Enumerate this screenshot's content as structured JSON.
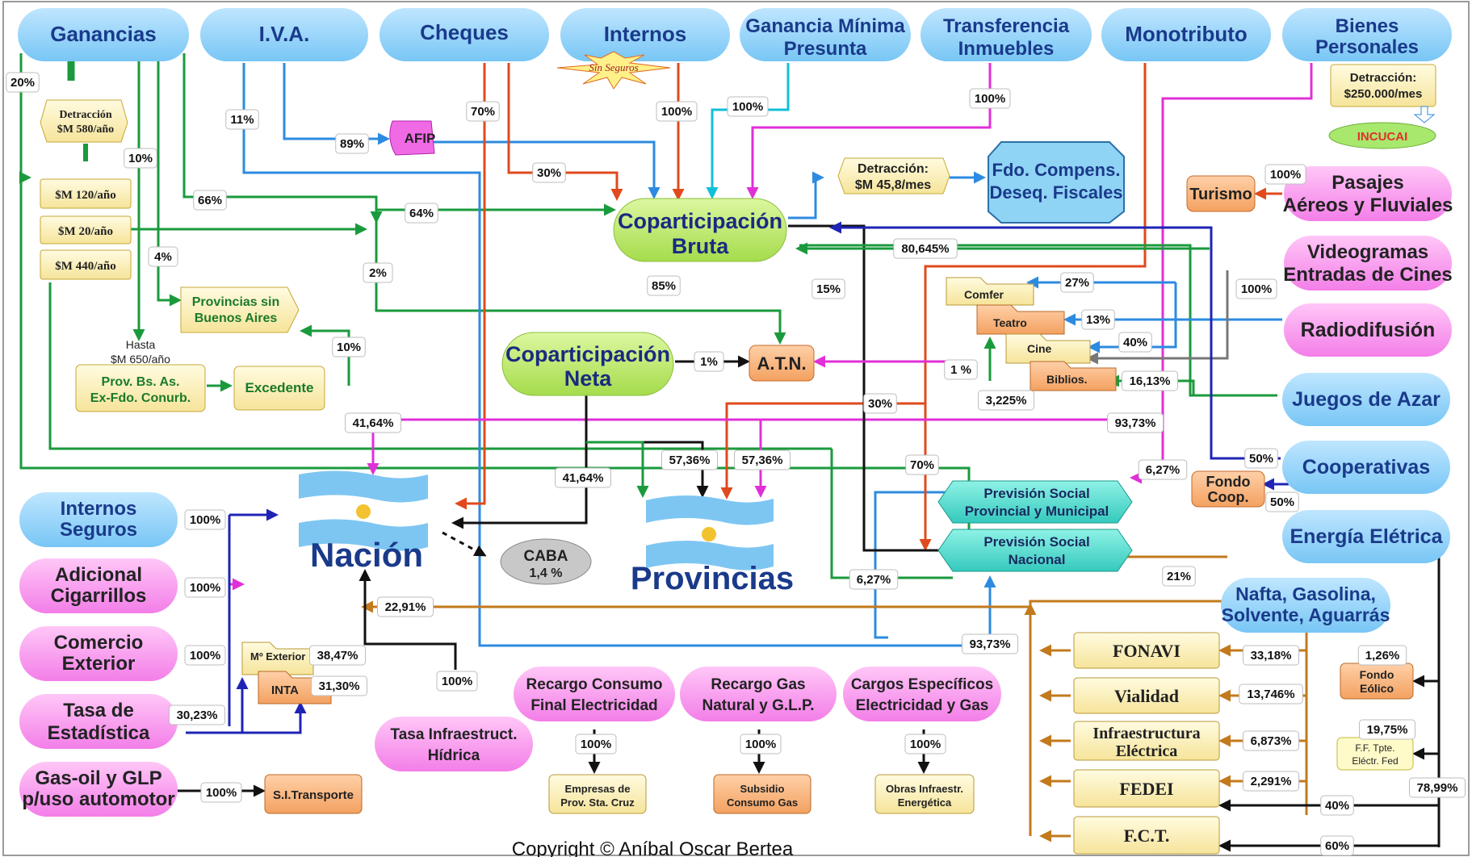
{
  "sources": {
    "ganancias": "Ganancias",
    "iva": "I.V.A.",
    "cheques": "Cheques",
    "internos": "Internos",
    "gmp_1": "Ganancia Mínima",
    "gmp_2": "Presunta",
    "ti_1": "Transferencia",
    "ti_2": "Inmuebles",
    "monotributo": "Monotributo",
    "bp_1": "Bienes",
    "bp_2": "Personales",
    "internos_seguros_1": "Internos",
    "internos_seguros_2": "Seguros",
    "juegos_azar": "Juegos de Azar",
    "cooperativas": "Cooperativas",
    "energia_electrica": "Energía Elétrica",
    "nafta_1": "Nafta, Gasolina,",
    "nafta_2": "Solvente, Aguarrás"
  },
  "pink_sources": {
    "pasajes_1": "Pasajes",
    "pasajes_2": "Aéreos y Fluviales",
    "video_1": "Videogramas",
    "video_2": "Entradas de Cines",
    "radiodifusion": "Radiodifusión",
    "cig_1": "Adicional",
    "cig_2": "Cigarrillos",
    "ce_1": "Comercio",
    "ce_2": "Exterior",
    "te_1": "Tasa de",
    "te_2": "Estadística",
    "gasoil_1": "Gas-oil y GLP",
    "gasoil_2": "p/uso automotor",
    "rce_1": "Recargo Consumo",
    "rce_2": "Final Electricidad",
    "rg_1": "Recargo Gas",
    "rg_2": "Natural y G.L.P.",
    "ceg_1": "Cargos Específicos",
    "ceg_2": "Electricidad y Gas",
    "tih_1": "Tasa Infraestruct.",
    "tih_2": "Hídrica"
  },
  "pools": {
    "bruta_1": "Coparticipación",
    "bruta_2": "Bruta",
    "neta_1": "Coparticipación",
    "neta_2": "Neta"
  },
  "destinations": {
    "nacion": "Nación",
    "provincias": "Provincias",
    "caba_1": "CABA",
    "caba_2": "1,4 %",
    "atn": "A.T.N.",
    "afip": "AFIP",
    "turismo": "Turismo",
    "fondo_coop_1": "Fondo",
    "fondo_coop_2": "Coop.",
    "fdo_comp_1": "Fdo. Compens.",
    "fdo_comp_2": "Deseq. Fiscales",
    "incucai": "INCUCAI",
    "prev_prov_1": "Previsión Social",
    "prev_prov_2": "Provincial y Municipal",
    "prev_nac_1": "Previsión Social",
    "prev_nac_2": "Nacional",
    "prov_sin_ba_1": "Provincias sin",
    "prov_sin_ba_2": "Buenos Aires",
    "prov_ba_1": "Prov. Bs. As.",
    "prov_ba_2": "Ex-Fdo. Conurb.",
    "excedente": "Excedente",
    "comfer": "Comfer",
    "teatro": "Teatro",
    "cine": "Cine",
    "biblios": "Biblios.",
    "m_exterior": "Mº Exterior",
    "inta": "INTA",
    "si_transporte": "S.I.Transporte",
    "empresas_1": "Empresas de",
    "empresas_2": "Prov. Sta. Cruz",
    "subsidio_1": "Subsidio",
    "subsidio_2": "Consumo Gas",
    "obras_1": "Obras Infraestr.",
    "obras_2": "Energética",
    "fonavi": "FONAVI",
    "vialidad": "Vialidad",
    "infra_1": "Infraestructura",
    "infra_2": "Eléctrica",
    "fedei": "FEDEI",
    "fct": "F.C.T.",
    "fondo_eolico_1": "Fondo",
    "fondo_eolico_2": "Eólico",
    "ff_tpte_1": "F.F. Tpte.",
    "ff_tpte_2": "Eléctr. Fed"
  },
  "notes": {
    "detraccion_580_1": "Detracción",
    "detraccion_580_2": "$M 580/año",
    "sm120": "$M 120/año",
    "sm20": "$M 20/año",
    "sm440": "$M 440/año",
    "hasta_1": "Hasta",
    "hasta_2": "$M 650/año",
    "sin_seguros": "Sin Seguros",
    "detraccion_458_1": "Detracción:",
    "detraccion_458_2": "$M 45,8/mes",
    "detraccion_250_1": "Detracción:",
    "detraccion_250_2": "$250.000/mes",
    "copyright": "Copyright © Aníbal Oscar Bertea"
  },
  "percentages": {
    "p20": "20%",
    "p10": "10%",
    "p66": "66%",
    "p4": "4%",
    "p11": "11%",
    "p89": "89%",
    "p64": "64%",
    "p2": "2%",
    "p70a": "70%",
    "p30a": "30%",
    "p100_int": "100%",
    "p100_gmp": "100%",
    "p100_ti": "100%",
    "p85": "85%",
    "p15": "15%",
    "p80645": "80,645%",
    "p27": "27%",
    "p13": "13%",
    "p40a": "40%",
    "p1613": "16,13%",
    "p3225": "3,225%",
    "p1pct": "1 %",
    "p30b": "30%",
    "p70b": "70%",
    "p9373a": "93,73%",
    "p627a": "6,27%",
    "p1_neta": "1%",
    "p10b": "10%",
    "p4164a": "41,64%",
    "p4164b": "41,64%",
    "p5736a": "57,36%",
    "p5736b": "57,36%",
    "p100_tur": "100%",
    "p100_vid": "100%",
    "p50a": "50%",
    "p50b": "50%",
    "p100_is": "100%",
    "p100_cig": "100%",
    "p100_ce": "100%",
    "p3023": "30,23%",
    "p3847": "38,47%",
    "p3130": "31,30%",
    "p100_gas": "100%",
    "p2291a": "22,91%",
    "p100_tih": "100%",
    "p100_rce": "100%",
    "p100_rg": "100%",
    "p100_ceg": "100%",
    "p627b": "6,27%",
    "p9373b": "93,73%",
    "p21": "21%",
    "p3318": "33,18%",
    "p13746": "13,746%",
    "p6873": "6,873%",
    "p2291b": "2,291%",
    "p126": "1,26%",
    "p1975": "19,75%",
    "p7899": "78,99%",
    "p40b": "40%",
    "p60": "60%"
  }
}
